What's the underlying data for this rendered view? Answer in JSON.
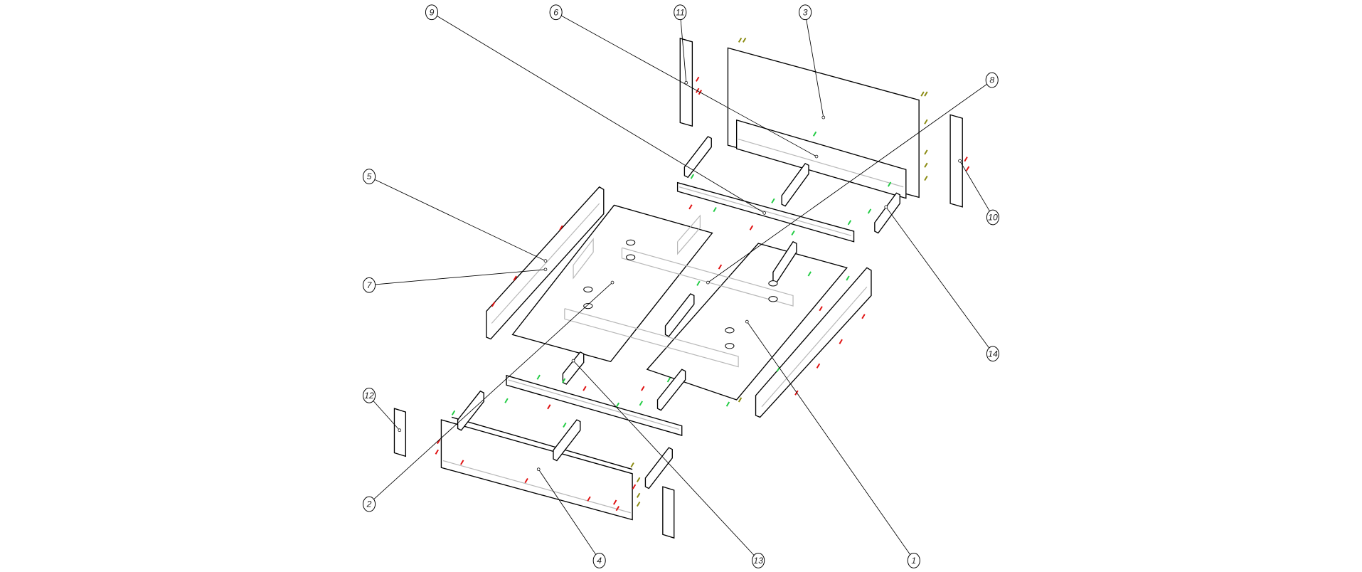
{
  "diagram": {
    "type": "exploded-assembly",
    "part_labels": [
      "1",
      "2",
      "3",
      "4",
      "5",
      "6",
      "7",
      "8",
      "9",
      "10",
      "11",
      "12",
      "13",
      "14"
    ],
    "colors": {
      "outline": "#000000",
      "hidden_line": "#b8b8b8",
      "fastener_red": "#e01010",
      "fastener_green": "#22cc44",
      "fastener_olive": "#8a8a10"
    }
  }
}
